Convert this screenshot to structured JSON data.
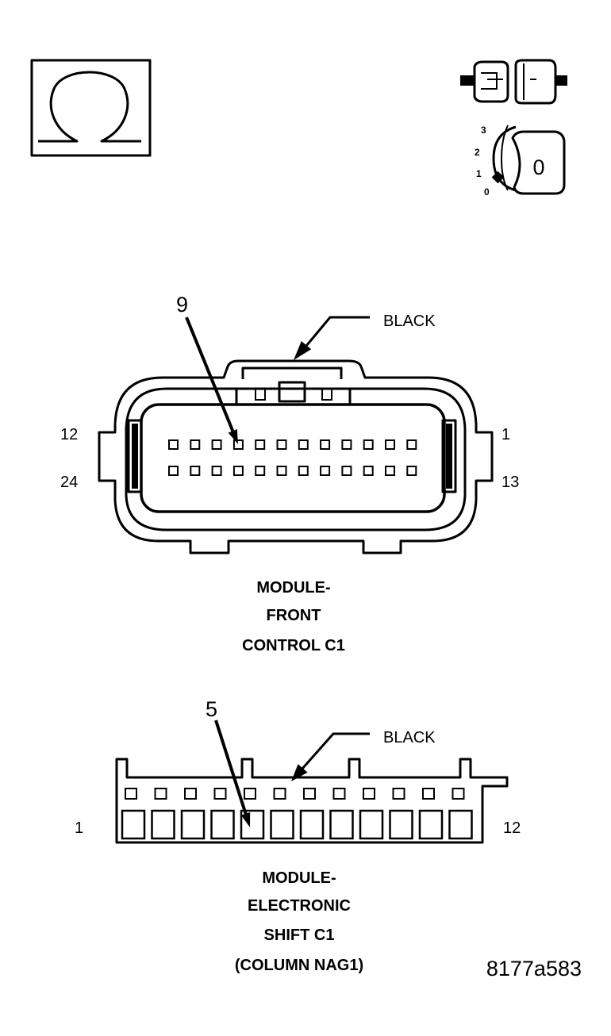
{
  "symbols": {
    "meter_icon": "ohm-meter-icon",
    "connector_icon": "disconnected-connector-icon",
    "ignition_icon": "ignition-key-icon",
    "ignition_positions": [
      "3",
      "2",
      "1",
      "0"
    ],
    "key_label": "0"
  },
  "connector_front_control": {
    "callout_pin": "9",
    "color_label": "BLACK",
    "left_top_pin": "12",
    "left_bottom_pin": "24",
    "right_top_pin": "1",
    "right_bottom_pin": "13",
    "caption": [
      "MODULE-",
      "FRONT",
      "CONTROL C1"
    ]
  },
  "connector_shift": {
    "callout_pin": "5",
    "color_label": "BLACK",
    "left_pin": "1",
    "right_pin": "12",
    "caption": [
      "MODULE-",
      "ELECTRONIC",
      "SHIFT C1",
      "(COLUMN NAG1)"
    ]
  },
  "figure_id": "8177a583"
}
